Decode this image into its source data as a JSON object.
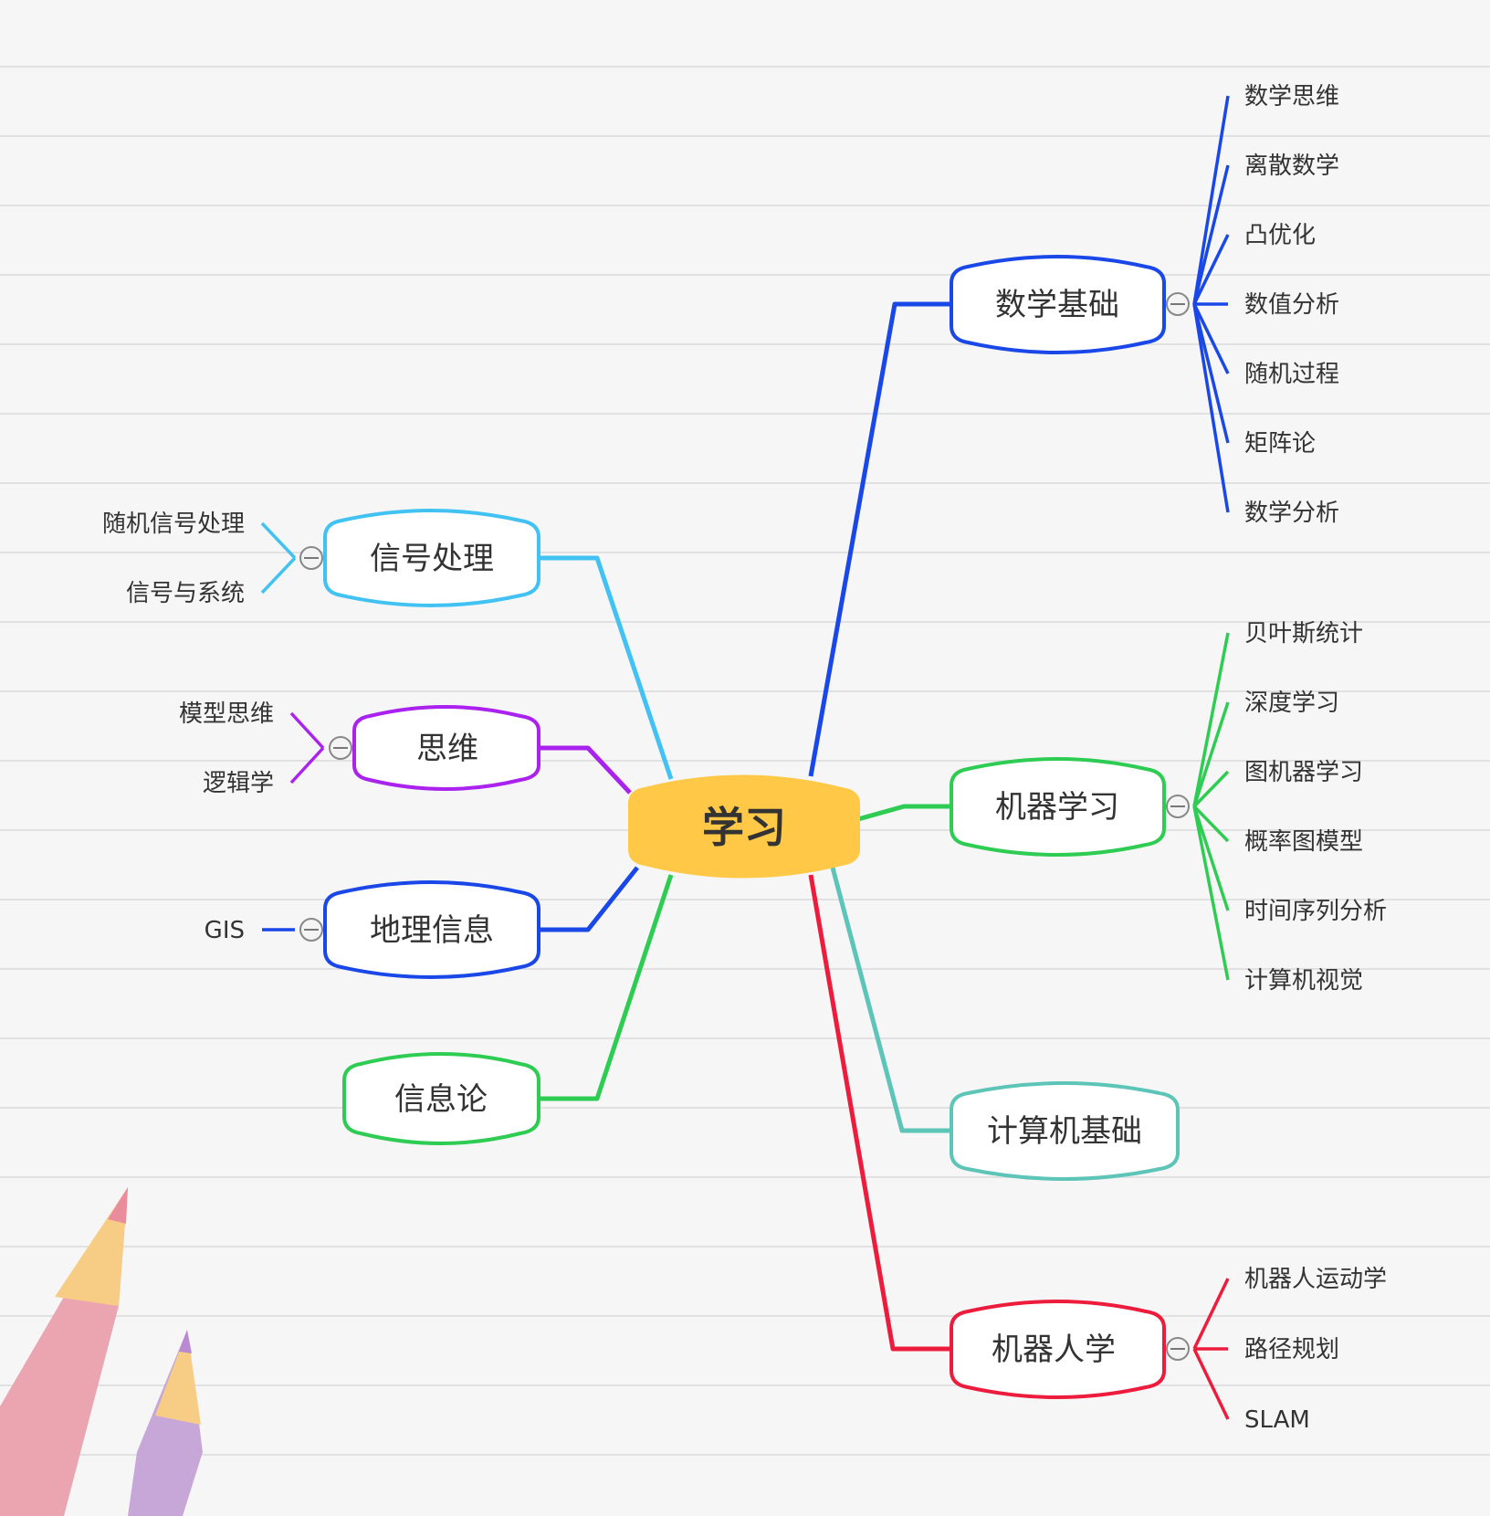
{
  "center": {
    "label": "学习",
    "color": "#ffc846"
  },
  "branches": {
    "math": {
      "label": "数学基础",
      "color": "#1a47e8",
      "children": [
        "数学思维",
        "离散数学",
        "凸优化",
        "数值分析",
        "随机过程",
        "矩阵论",
        "数学分析"
      ]
    },
    "ml": {
      "label": "机器学习",
      "color": "#2ecc52",
      "children": [
        "贝叶斯统计",
        "深度学习",
        "图机器学习",
        "概率图模型",
        "时间序列分析",
        "计算机视觉"
      ]
    },
    "cs": {
      "label": "计算机基础",
      "color": "#5dc4b8",
      "children": []
    },
    "robot": {
      "label": "机器人学",
      "color": "#ee1c3c",
      "children": [
        "机器人运动学",
        "路径规划",
        "SLAM"
      ]
    },
    "signal": {
      "label": "信号处理",
      "color": "#42c2f2",
      "children": [
        "随机信号处理",
        "信号与系统"
      ]
    },
    "thinking": {
      "label": "思维",
      "color": "#aa22ee",
      "children": [
        "模型思维",
        "逻辑学"
      ]
    },
    "geo": {
      "label": "地理信息",
      "color": "#1a47e8",
      "children": [
        "GIS"
      ]
    },
    "info": {
      "label": "信息论",
      "color": "#2ecc52",
      "children": []
    }
  }
}
